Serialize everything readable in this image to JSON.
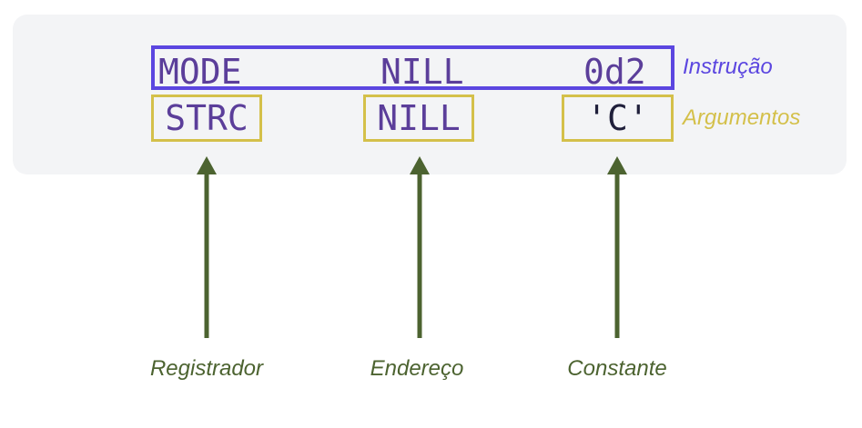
{
  "instruction": {
    "tokens": [
      "MODE",
      "NILL",
      "0d2"
    ],
    "label": "Instrução"
  },
  "arguments": {
    "tokens": [
      "STRC",
      "NILL",
      "'C'"
    ],
    "label": "Argumentos"
  },
  "arrow_labels": [
    "Registrador",
    "Endereço",
    "Constante"
  ],
  "colors": {
    "instruction_border": "#5b46e0",
    "argument_border": "#d4c04a",
    "arrow": "#4c6330",
    "token_text": "#5b3e9a",
    "panel_bg": "#f3f4f6"
  }
}
